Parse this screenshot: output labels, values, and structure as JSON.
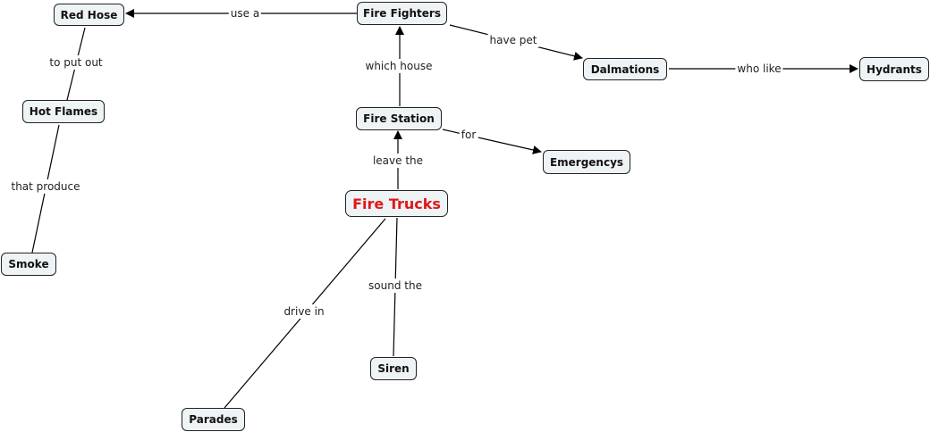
{
  "concept_map": {
    "main_color": "#e01818",
    "nodes": [
      {
        "id": "red-hose",
        "label": "Red Hose"
      },
      {
        "id": "fire-fighters",
        "label": "Fire Fighters"
      },
      {
        "id": "dalmations",
        "label": "Dalmations"
      },
      {
        "id": "hydrants",
        "label": "Hydrants"
      },
      {
        "id": "hot-flames",
        "label": "Hot Flames"
      },
      {
        "id": "fire-station",
        "label": "Fire Station"
      },
      {
        "id": "emergencys",
        "label": "Emergencys"
      },
      {
        "id": "fire-trucks",
        "label": "Fire Trucks"
      },
      {
        "id": "smoke",
        "label": "Smoke"
      },
      {
        "id": "siren",
        "label": "Siren"
      },
      {
        "id": "parades",
        "label": "Parades"
      }
    ],
    "links": [
      {
        "from": "fire-fighters",
        "to": "red-hose",
        "label": "use a",
        "arrow": true
      },
      {
        "from": "fire-fighters",
        "to": "dalmations",
        "label": "have pet",
        "arrow": true
      },
      {
        "from": "dalmations",
        "to": "hydrants",
        "label": "who like",
        "arrow": true
      },
      {
        "from": "red-hose",
        "to": "hot-flames",
        "label": "to put out",
        "arrow": false
      },
      {
        "from": "fire-station",
        "to": "fire-fighters",
        "label": "which house",
        "arrow": true
      },
      {
        "from": "fire-station",
        "to": "emergencys",
        "label": "for",
        "arrow": true
      },
      {
        "from": "fire-trucks",
        "to": "fire-station",
        "label": "leave the",
        "arrow": true
      },
      {
        "from": "hot-flames",
        "to": "smoke",
        "label": "that produce",
        "arrow": false
      },
      {
        "from": "fire-trucks",
        "to": "siren",
        "label": "sound the",
        "arrow": false
      },
      {
        "from": "fire-trucks",
        "to": "parades",
        "label": "drive in",
        "arrow": false
      }
    ]
  }
}
